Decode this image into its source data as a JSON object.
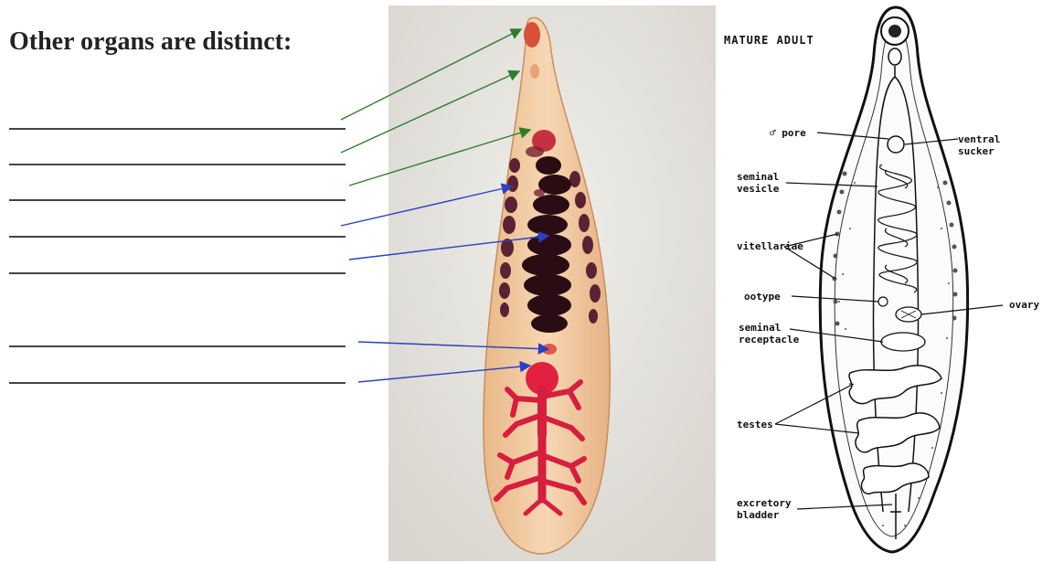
{
  "slide": {
    "heading": "Other organs are distinct:",
    "blank_count": 7
  },
  "diagram": {
    "title": "MATURE ADULT",
    "labels": {
      "pore": "♂ pore",
      "ventral_sucker_1": "ventral",
      "ventral_sucker_2": "sucker",
      "seminal_vesicle_1": "seminal",
      "seminal_vesicle_2": "vesicle",
      "vitellariae": "vitellariae",
      "ootype": "ootype",
      "ovary": "ovary",
      "seminal_receptacle_1": "seminal",
      "seminal_receptacle_2": "receptacle",
      "testes": "testes",
      "excretory_bladder_1": "excretory",
      "excretory_bladder_2": "bladder"
    }
  },
  "colors": {
    "green_arrow": "#2e7d2e",
    "blue_arrow": "#2b3fc4",
    "vitellaria": "#4a1420",
    "testes": "#d81e3c",
    "body": "#f1c9a0"
  }
}
